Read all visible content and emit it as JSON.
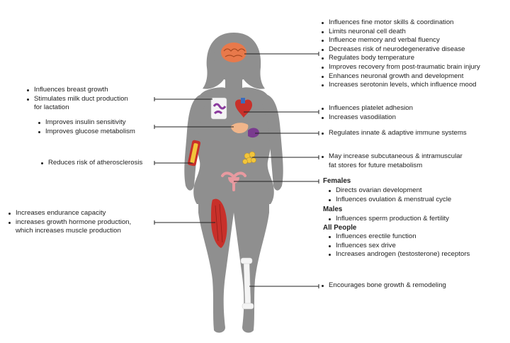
{
  "brain": [
    "Influences fine motor skills & coordination",
    "Limits neuronal cell death",
    "Influence memory and verbal fluency",
    "Decreases risk of neurodegenerative disease",
    "Regulates body temperature",
    "Improves recovery from post-traumatic brain injury",
    "Enhances neuronal growth and development",
    "Increases serotonin levels, which influence mood"
  ],
  "heart": [
    "Influences platelet adhesion",
    "Increases vasodilation"
  ],
  "spleen": [
    "Regulates innate & adaptive immune systems"
  ],
  "fat": [
    "May increase subcutaneous & intramuscular",
    "fat stores for future metabolism"
  ],
  "breast": [
    "Influences breast growth",
    "Stimulates milk duct production",
    "for lactation"
  ],
  "pancreas": [
    "Improves insulin sensitivity",
    "Improves glucose metabolism"
  ],
  "artery": [
    "Reduces risk of atherosclerosis"
  ],
  "muscle": [
    "Increases endurance capacity",
    "increases growth hormone production,",
    "which increases muscle production"
  ],
  "bone": [
    "Encourages bone growth & remodeling"
  ],
  "reproductive": {
    "females_title": "Females",
    "females": [
      "Directs ovarian development",
      "Influences ovulation & menstrual cycle"
    ],
    "males_title": "Males",
    "males": [
      "Influences sperm production & fertility"
    ],
    "all_title": "All People",
    "all": [
      "Influences erectile function",
      "Influences sex drive",
      "Increases androgen (testosterone) receptors"
    ]
  }
}
